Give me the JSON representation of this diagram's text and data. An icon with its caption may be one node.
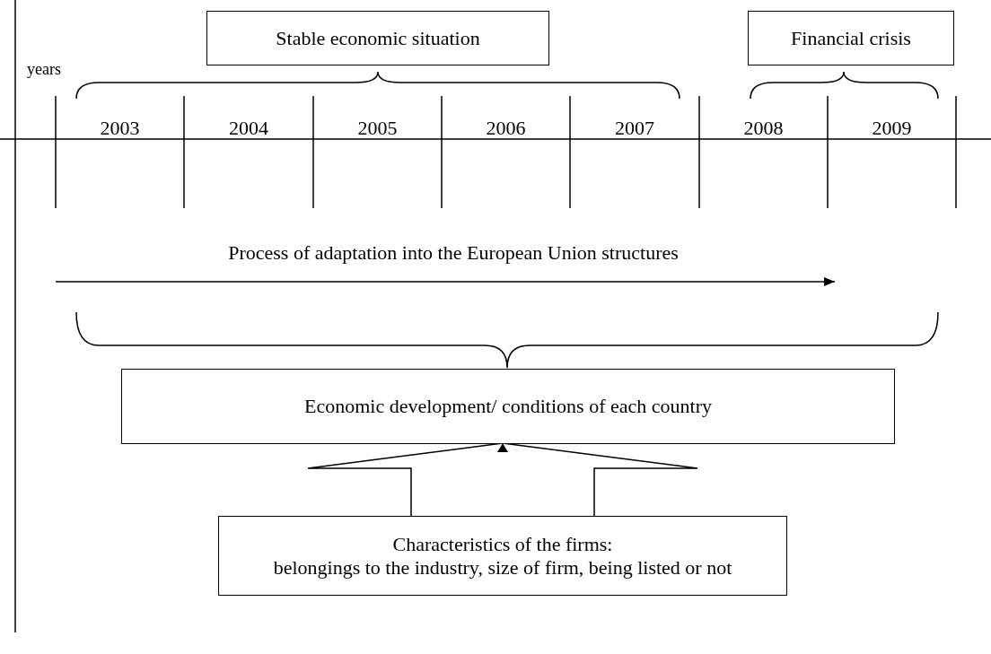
{
  "diagram": {
    "nodes": [
      {
        "text": [
          "Stable economic situation"
        ]
      },
      {
        "text": [
          "Financial crisis"
        ]
      },
      {
        "text": [
          "Economic development/ conditions of each country"
        ]
      },
      {
        "text": [
          "Characteristics of the firms:",
          "belongings to the industry, size of firm, being listed or not"
        ]
      }
    ],
    "edges": [
      {
        "from": 3,
        "to": 2,
        "arrow": "to"
      }
    ],
    "labels": [
      "years",
      "2003",
      "2004",
      "2005",
      "2006",
      "2007",
      "2008",
      "2009",
      "Process of adaptation into the European Union structures"
    ]
  }
}
